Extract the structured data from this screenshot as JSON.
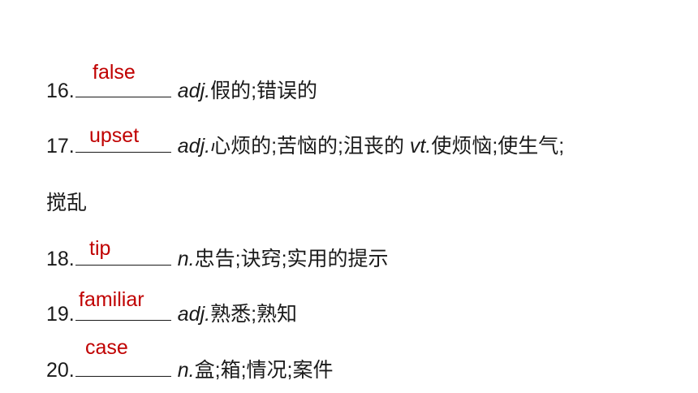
{
  "items": [
    {
      "number": "16.",
      "answer": "false",
      "pos": "adj.",
      "meaning": "假的;错误的"
    },
    {
      "number": "17.",
      "answer": "upset",
      "pos": "adj.",
      "meaning": "心烦的;苦恼的;沮丧的 ",
      "pos2": "vt.",
      "meaning2": "使烦恼;使生气;"
    },
    {
      "continuation": "搅乱"
    },
    {
      "number": "18.",
      "answer": "tip",
      "pos": "n.",
      "meaning": "忠告;诀窍;实用的提示"
    },
    {
      "number": "19.",
      "answer": "familiar",
      "pos": "adj.",
      "meaning": "熟悉;熟知"
    },
    {
      "number": "20.",
      "answer": "case",
      "pos": "n.",
      "meaning": "盒;箱;情况;案件"
    }
  ],
  "colors": {
    "answer": "#c00000",
    "text": "#1a1a1a"
  }
}
